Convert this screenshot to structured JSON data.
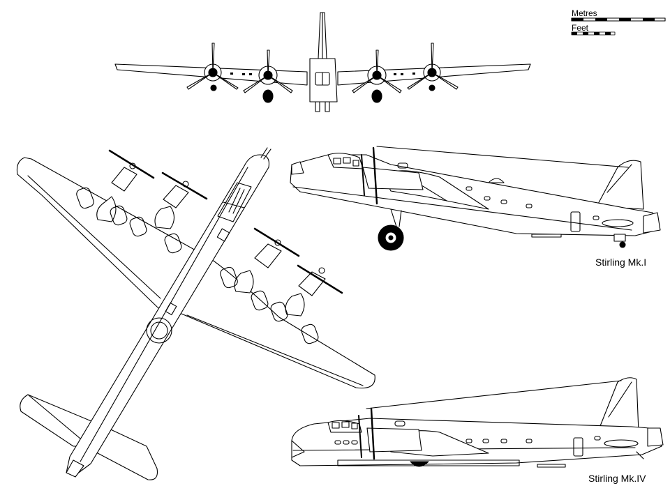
{
  "scale_bar": {
    "metres_label": "Metres",
    "feet_label": "Feet"
  },
  "captions": {
    "mk1": "Stirling Mk.I",
    "mk4": "Stirling Mk.IV"
  }
}
